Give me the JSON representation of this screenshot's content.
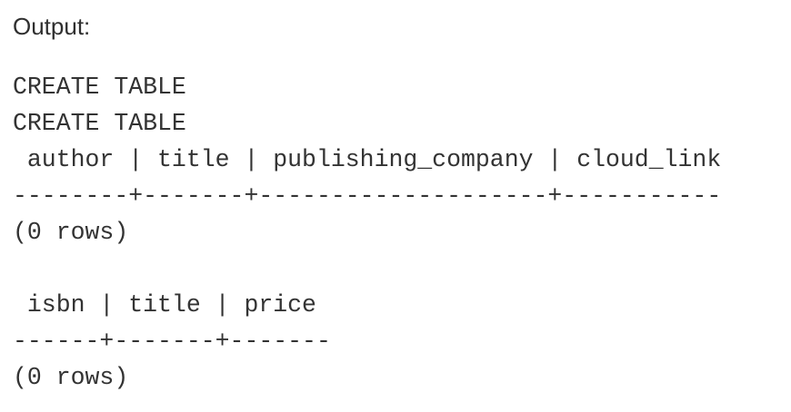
{
  "heading": "Output:",
  "output_lines": [
    "CREATE TABLE",
    "CREATE TABLE",
    " author | title | publishing_company | cloud_link",
    "--------+-------+--------------------+-----------",
    "(0 rows)",
    "",
    " isbn | title | price",
    "------+-------+-------",
    "(0 rows)"
  ]
}
